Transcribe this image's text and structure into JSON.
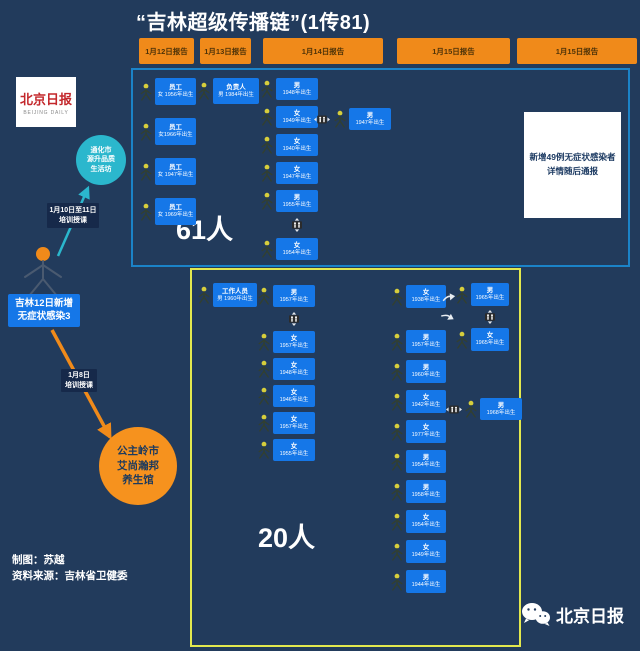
{
  "page": {
    "title": "“吉林超级传播链”(1传81)"
  },
  "report_buttons": [
    {
      "label": "1月12日报告"
    },
    {
      "label": "1月13日报告"
    },
    {
      "label": "1月14日报告"
    },
    {
      "label": "1月15日报告"
    },
    {
      "label": "1月15日报告"
    }
  ],
  "logo": {
    "cn": "北京日报",
    "en": "BEIJING DAILY"
  },
  "left_chain": {
    "venue_top": [
      "通化市",
      "源升品质",
      "生活坊"
    ],
    "edge_top_label": [
      "1月10日至11日",
      "培训授课"
    ],
    "index_box": [
      "吉林12日新增",
      "无症状感染3"
    ],
    "edge_bottom_label": [
      "1月8日",
      "培训授课"
    ],
    "venue_bottom": [
      "公主岭市",
      "艾尚瀚邦",
      "养生馆"
    ]
  },
  "cluster_top": {
    "count_label": "61人",
    "note_box": [
      "新增49例无症状感染者",
      "详情随后通报"
    ],
    "col_a": [
      {
        "type": "person",
        "lines": [
          "员工",
          "女 1956年出生"
        ]
      },
      {
        "type": "person",
        "lines": [
          "员工",
          "女1966年出生"
        ]
      },
      {
        "type": "person",
        "lines": [
          "员工",
          "女 1947年出生"
        ]
      },
      {
        "type": "person",
        "lines": [
          "员工",
          "女 1969年出生"
        ]
      }
    ],
    "col_b": [
      {
        "type": "person",
        "lines": [
          "负责人",
          "男 1984年出生"
        ]
      }
    ],
    "col_c": [
      {
        "type": "person",
        "lines": [
          "男",
          "1948年出生"
        ]
      },
      {
        "type": "person",
        "lines": [
          "女",
          "1949年出生"
        ]
      },
      {
        "type": "person",
        "lines": [
          "女",
          "1940年出生"
        ]
      },
      {
        "type": "person",
        "lines": [
          "女",
          "1947年出生"
        ]
      },
      {
        "type": "person",
        "lines": [
          "男",
          "1955年出生"
        ]
      },
      {
        "type": "couple"
      },
      {
        "type": "person",
        "lines": [
          "女",
          "1954年出生"
        ]
      }
    ],
    "pair_1947": [
      {
        "type": "couple-h"
      },
      {
        "type": "person",
        "lines": [
          "男",
          "1947年出生"
        ]
      }
    ]
  },
  "cluster_bottom": {
    "count_label": "20人",
    "worker": [
      {
        "type": "person",
        "lines": [
          "工作人员",
          "男 1960年出生"
        ]
      }
    ],
    "col_d": [
      {
        "type": "person",
        "lines": [
          "男",
          "1957年出生"
        ]
      },
      {
        "type": "couple"
      },
      {
        "type": "person",
        "lines": [
          "女",
          "1957年出生"
        ]
      },
      {
        "type": "person",
        "lines": [
          "女",
          "1948年出生"
        ]
      },
      {
        "type": "person",
        "lines": [
          "女",
          "1946年出生"
        ]
      },
      {
        "type": "person",
        "lines": [
          "女",
          "1957年出生"
        ]
      },
      {
        "type": "person",
        "lines": [
          "女",
          "1955年出生"
        ]
      }
    ],
    "col_e": [
      {
        "type": "person",
        "lines": [
          "女",
          "1938年出生"
        ]
      },
      {
        "type": "gap"
      },
      {
        "type": "person",
        "lines": [
          "男",
          "1957年出生"
        ]
      },
      {
        "type": "person",
        "lines": [
          "男",
          "1960年出生"
        ]
      },
      {
        "type": "person",
        "lines": [
          "女",
          "1942年出生"
        ]
      },
      {
        "type": "person",
        "lines": [
          "女",
          "1977年出生"
        ]
      },
      {
        "type": "person",
        "lines": [
          "男",
          "1954年出生"
        ]
      },
      {
        "type": "person",
        "lines": [
          "男",
          "1958年出生"
        ]
      },
      {
        "type": "person",
        "lines": [
          "女",
          "1954年出生"
        ]
      },
      {
        "type": "person",
        "lines": [
          "女",
          "1949年出生"
        ]
      },
      {
        "type": "person",
        "lines": [
          "男",
          "1944年出生"
        ]
      }
    ],
    "col_f": [
      {
        "type": "person",
        "lines": [
          "男",
          "1965年出生"
        ]
      },
      {
        "type": "couple"
      },
      {
        "type": "person",
        "lines": [
          "女",
          "1965年出生"
        ]
      }
    ],
    "pair_1968": [
      {
        "type": "couple-h"
      },
      {
        "type": "person",
        "lines": [
          "男",
          "1968年出生"
        ]
      }
    ]
  },
  "footer": {
    "credit_1": "制图：苏越",
    "credit_2": "资料来源：吉林省卫健委",
    "brand": "北京日报"
  },
  "colors": {
    "background": "#223B5C",
    "accent_orange": "#F08A1A",
    "node_blue": "#1577E8",
    "venue_teal": "#2BB7CD",
    "venue_orange": "#F6921E",
    "border_top_box": "#1B83C8",
    "border_bottom_box": "#E3E84E",
    "logo_red": "#C3272B"
  }
}
